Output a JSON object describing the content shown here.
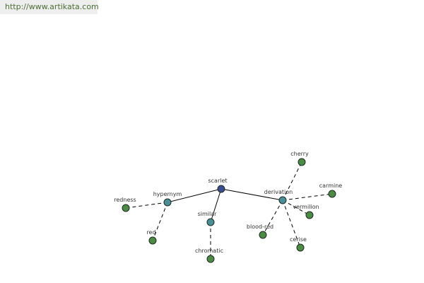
{
  "site_link": "http://www.artikata.com",
  "colors": {
    "root": "#3b4d8f",
    "relation": "#4a8f96",
    "leaf": "#4c8a46"
  },
  "graph": {
    "root": {
      "id": "scarlet",
      "label": "scarlet"
    },
    "relations": [
      {
        "id": "hypernym",
        "label": "hypernym",
        "words": [
          "redness",
          "red"
        ]
      },
      {
        "id": "similar",
        "label": "similar",
        "words": [
          "chromatic"
        ]
      },
      {
        "id": "derivation",
        "label": "derivation",
        "words": [
          "cherry",
          "carmine",
          "vermilion",
          "cerise",
          "blood-red"
        ]
      }
    ]
  }
}
